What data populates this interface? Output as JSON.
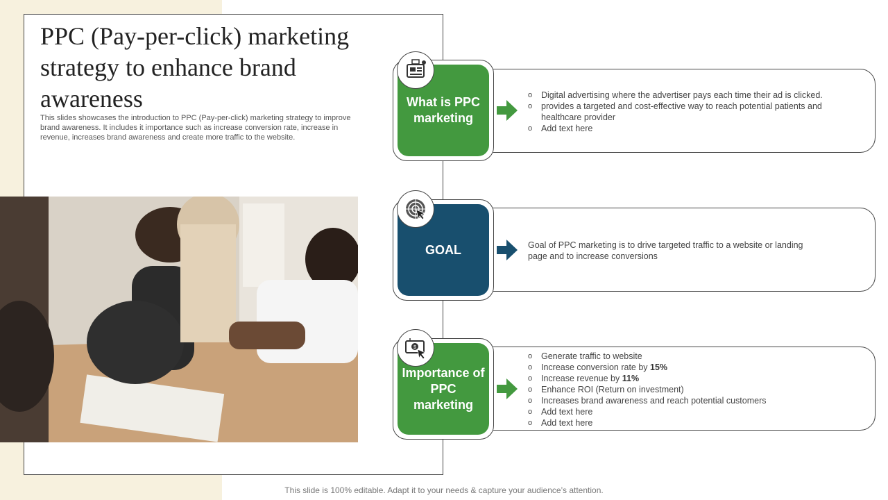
{
  "slide": {
    "title": "PPC (Pay-per-click) marketing strategy to enhance brand awareness",
    "subtitle": "This slides showcases the introduction to PPC (Pay-per-click) marketing strategy to improve brand awareness. It includes it importance such as increase conversion rate, increase in revenue, increases brand awareness and create more traffic to the website.",
    "footer": "This slide is 100% editable. Adapt it to your needs & capture your audience’s attention."
  },
  "colors": {
    "green": "#43993f",
    "navy": "#184f6e",
    "beige": "#f7f1de"
  },
  "sections": [
    {
      "label": "What is PPC marketing",
      "icon": "online-ads-icon",
      "bullets": [
        "Digital advertising where the advertiser pays each time their ad is clicked.",
        "provides a targeted and cost-effective way to reach potential patients and healthcare provider",
        "Add text here"
      ]
    },
    {
      "label": "GOAL",
      "icon": "target-icon",
      "text": "Goal of PPC marketing is to drive targeted traffic to a website or landing page and to increase conversions"
    },
    {
      "label": "Importance of PPC marketing",
      "icon": "pay-per-click-icon",
      "bullets": [
        {
          "text": "Generate traffic to website"
        },
        {
          "text": "Increase conversion rate by ",
          "bold": "15%"
        },
        {
          "text": "Increase revenue by ",
          "bold": "11%"
        },
        {
          "text": "Enhance ROI (Return on investment)"
        },
        {
          "text": "Increases brand awareness and reach potential customers"
        },
        {
          "text": "Add text here"
        },
        {
          "text": "Add text here"
        }
      ]
    }
  ]
}
